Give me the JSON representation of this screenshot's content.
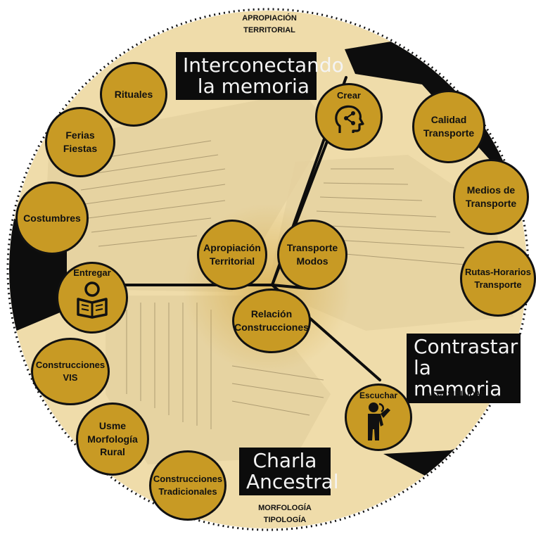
{
  "colors": {
    "disk": "#efdcaa",
    "bubble": "#c89a24",
    "ink": "#111111",
    "accent_glow": "#d9b256"
  },
  "top_caption": [
    "APROPIACIÓN",
    "TERRITORIAL"
  ],
  "titles": {
    "interconectando": [
      "Interconectando",
      "la memoria"
    ],
    "contrastar": [
      "Contrastar",
      "la memoria"
    ],
    "charla": [
      "Charla",
      "Ancestral"
    ]
  },
  "captions": {
    "accesibilidad": "ACCESIBILIDAD",
    "morfologia": [
      "MORFOLOGÍA",
      "TIPOLOGÍA"
    ]
  },
  "action_icons": {
    "crear": {
      "label": "Crear",
      "icon": "head-network-icon"
    },
    "entregar": {
      "label": "Entregar",
      "icon": "reading-person-icon"
    },
    "escuchar": {
      "label": "Escuchar",
      "icon": "listening-person-icon"
    }
  },
  "bubbles": {
    "rituales": [
      "Rituales"
    ],
    "ferias": [
      "Ferias",
      "Fiestas"
    ],
    "costumbres": [
      "Costumbres"
    ],
    "calidad": [
      "Calidad",
      "Transporte"
    ],
    "medios": [
      "Medios de",
      "Transporte"
    ],
    "rutas": [
      "Rutas-Horarios",
      "Transporte"
    ],
    "apropiacion": [
      "Apropiación",
      "Territorial"
    ],
    "transporte_modos": [
      "Transporte",
      "Modos"
    ],
    "relacion": [
      "Relación",
      "Construcciones"
    ],
    "vis": [
      "Construcciones",
      "VIS"
    ],
    "usme": [
      "Usme",
      "Morfología",
      "Rural"
    ],
    "tradicionales": [
      "Construcciones",
      "Tradicionales"
    ]
  }
}
